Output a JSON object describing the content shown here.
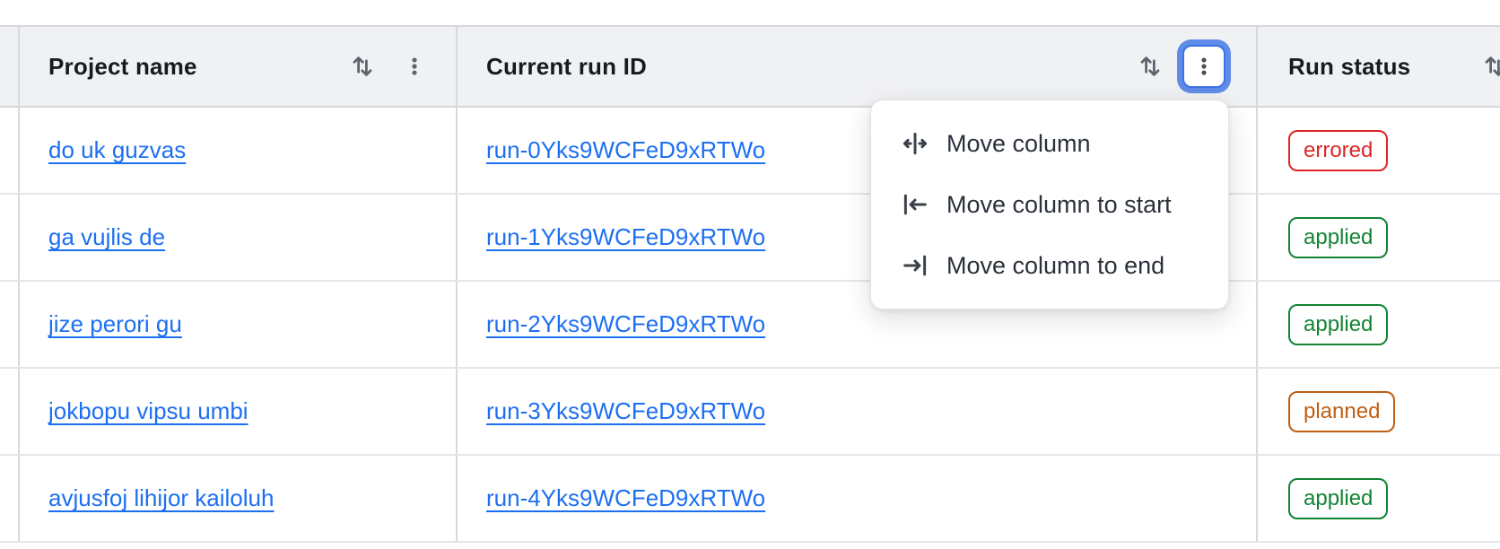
{
  "table": {
    "columns": [
      {
        "label": "Project name"
      },
      {
        "label": "Current run ID"
      },
      {
        "label": "Run status"
      }
    ],
    "rows": [
      {
        "project": "do uk guzvas",
        "run_id": "run-0Yks9WCFeD9xRTWo",
        "status": "errored"
      },
      {
        "project": "ga vujlis de",
        "run_id": "run-1Yks9WCFeD9xRTWo",
        "status": "applied"
      },
      {
        "project": "jize perori gu",
        "run_id": "run-2Yks9WCFeD9xRTWo",
        "status": "applied"
      },
      {
        "project": "jokbopu vipsu umbi",
        "run_id": "run-3Yks9WCFeD9xRTWo",
        "status": "planned"
      },
      {
        "project": "avjusfoj lihijor kailoluh",
        "run_id": "run-4Yks9WCFeD9xRTWo",
        "status": "applied"
      }
    ]
  },
  "menu": {
    "items": [
      {
        "label": "Move column",
        "icon": "move-column-icon"
      },
      {
        "label": "Move column to start",
        "icon": "move-column-to-start-icon"
      },
      {
        "label": "Move column to end",
        "icon": "move-column-to-end-icon"
      }
    ]
  },
  "colors": {
    "link_blue": "#1d6ff2",
    "focus_ring_blue": "#5f8ce8",
    "status_errored": "#dc2626",
    "status_applied": "#128433",
    "status_planned": "#c05e11",
    "header_bg": "#f0f1f3"
  }
}
